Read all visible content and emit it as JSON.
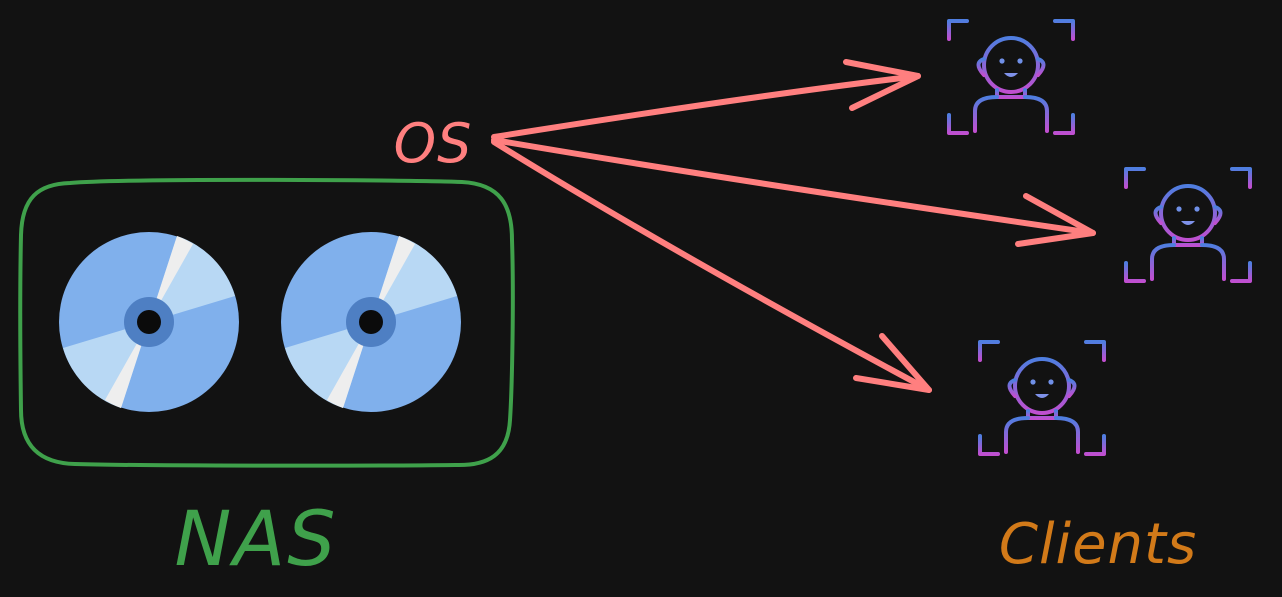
{
  "diagram": {
    "nas_label": "NAS",
    "os_label": "OS",
    "clients_label": "Clients",
    "colors": {
      "background": "#121212",
      "nas_box": "#3fa14b",
      "nas_text": "#3fa14b",
      "arrows": "#ff7f7f",
      "os_text": "#ff7f7f",
      "clients_text": "#d27a19",
      "disc_light": "#80b0ec",
      "disc_pale": "#b8d8f4",
      "disc_shine": "#eeeeee",
      "disc_hub": "#4e7fc3",
      "avatar_blue": "#4f7ee0",
      "avatar_purple": "#c04fd0"
    },
    "disks": [
      {
        "name": "disk-1",
        "icon": "disc-icon"
      },
      {
        "name": "disk-2",
        "icon": "disc-icon"
      }
    ],
    "clients": [
      {
        "name": "client-1",
        "icon": "user-avatar-icon"
      },
      {
        "name": "client-2",
        "icon": "user-avatar-icon"
      },
      {
        "name": "client-3",
        "icon": "user-avatar-icon"
      }
    ]
  }
}
